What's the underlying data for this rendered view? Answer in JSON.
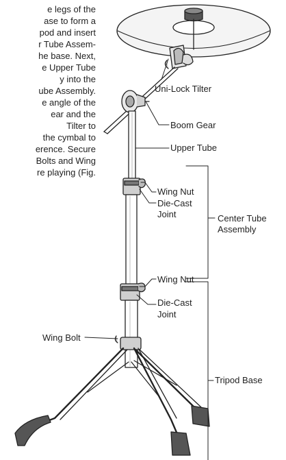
{
  "paragraph_lines": [
    "e legs of the",
    "ase to form a",
    "pod and insert",
    "r Tube Assem-",
    "he base. Next,",
    "e Upper Tube",
    "y    into    the",
    "ube Assembly.",
    "e angle of the",
    "ear  and  the",
    "Tilter        to",
    "the cymbal to",
    "erence. Secure",
    "Bolts and Wing",
    "re playing (Fig."
  ],
  "labels": {
    "uni_lock_tilter": "Uni-Lock Tilter",
    "boom_gear": "Boom Gear",
    "upper_tube": "Upper Tube",
    "wing_nut_1": "Wing Nut",
    "die_cast_joint_1_line1": "Die-Cast",
    "die_cast_joint_1_line2": "Joint",
    "center_tube_line1": "Center Tube",
    "center_tube_line2": "Assembly",
    "wing_nut_2": "Wing Nut",
    "die_cast_joint_2_line1": "Die-Cast",
    "die_cast_joint_2_line2": "Joint",
    "wing_bolt": "Wing Bolt",
    "tripod_base": "Tripod Base"
  }
}
